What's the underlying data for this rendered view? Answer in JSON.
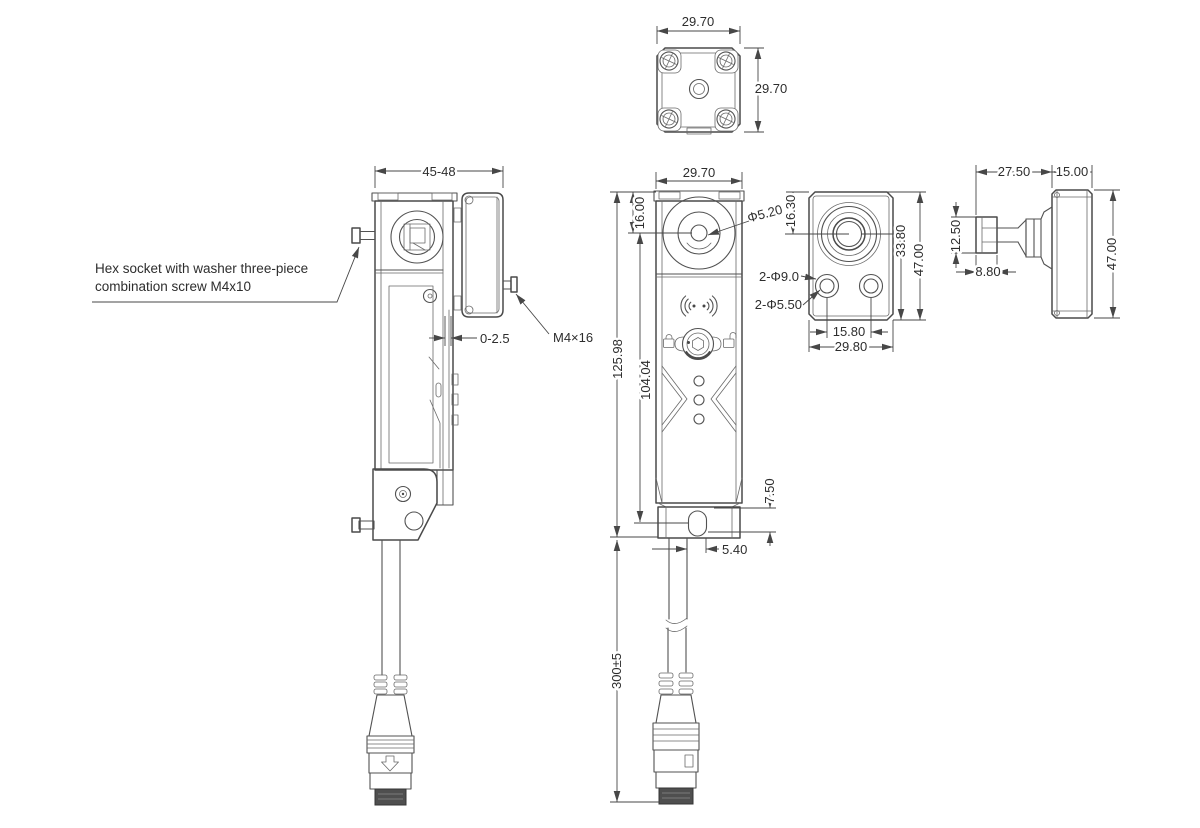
{
  "note": {
    "line1": "Hex socket with washer three-piece",
    "line2": "combination screw M4x10"
  },
  "top_view": {
    "width": "29.70",
    "depth": "29.70"
  },
  "side_view": {
    "width_range": "45-48",
    "door_gap": "0-2.5",
    "screw_label": "M4×16"
  },
  "front_view": {
    "width": "29.70",
    "top_to_lock_center": "16.00",
    "release_hole_dia": "Φ5.20",
    "height_total": "125.98",
    "lock_to_bracket_hole": "104.04",
    "bracket_hole_height": "7.50",
    "bracket_hole_offset": "5.40",
    "cable_length": "300±5"
  },
  "actuator_front": {
    "top_to_center": "16.30",
    "center_to_bottom": "33.80",
    "height": "47.00",
    "mount_holes_outer": "2-Φ9.0",
    "mount_holes_inner": "2-Φ5.50",
    "hole_spacing": "15.80",
    "width": "29.80"
  },
  "actuator_side": {
    "depth_total": "27.50",
    "plate_width": "15.00",
    "tongue_height": "12.50",
    "tongue_depth": "8.80",
    "plate_height": "47.00"
  },
  "colors": {
    "line": "#4a4a4a",
    "dim": "#474747",
    "text": "#2d2d2d",
    "dark_fill": "#4f4f4f"
  }
}
